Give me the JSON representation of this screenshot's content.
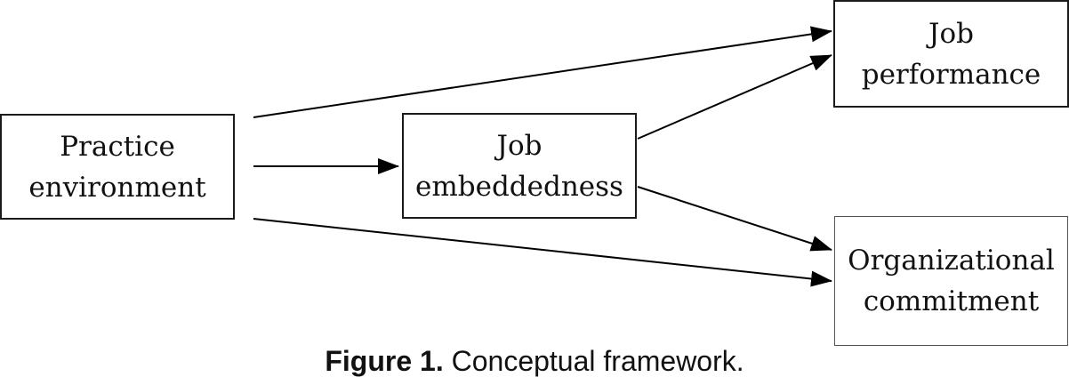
{
  "nodes": {
    "practice": [
      "Practice",
      "environment"
    ],
    "embeddedness": [
      "Job",
      "embeddedness"
    ],
    "performance": [
      "Job",
      "performance"
    ],
    "commitment": [
      "Organizational",
      "commitment"
    ]
  },
  "edges": [
    {
      "from": "practice",
      "to": "performance"
    },
    {
      "from": "practice",
      "to": "embeddedness"
    },
    {
      "from": "practice",
      "to": "commitment"
    },
    {
      "from": "embeddedness",
      "to": "performance"
    },
    {
      "from": "embeddedness",
      "to": "commitment"
    }
  ],
  "caption": {
    "label": "Figure 1.",
    "text": " Conceptual framework."
  },
  "colors": {
    "line": "#000000",
    "border": "#1a1a1a"
  }
}
